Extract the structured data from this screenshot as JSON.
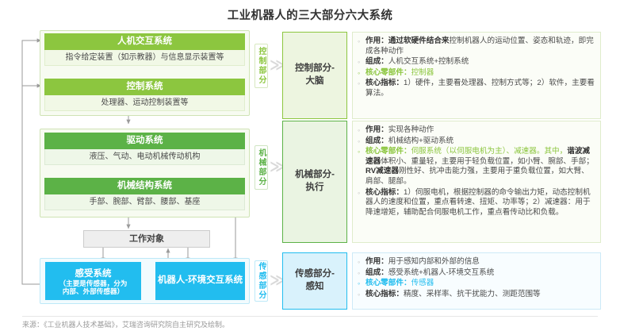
{
  "title": "工业机器人的三大部分六大系统",
  "colors": {
    "green_light": "#8CC63F",
    "green_dark": "#5CB247",
    "cyan": "#22BDEF",
    "gray_box": "#EEEEEE",
    "text": "#4A4A4A"
  },
  "flow": {
    "systems": [
      {
        "name": "人机交互系统",
        "detail": "指令给定装置（如示教器）与信息显示装置等"
      },
      {
        "name": "控制系统",
        "detail": "处理器、运动控制装置等"
      },
      {
        "name": "驱动系统",
        "detail": "液压、气动、电动机械传动机构"
      },
      {
        "name": "机械结构系统",
        "detail": "手部、腕部、臂部、腰部、基座"
      }
    ],
    "work_object": "工作对象",
    "sense_system": {
      "name": "感受系统",
      "detail_line1": "（主要是传感器，分为",
      "detail_line2": "内部、外部传感器）"
    },
    "interaction_system": "机器人-环境交互系统"
  },
  "part_labels": [
    {
      "text": "控制部分",
      "chevron": "≫"
    },
    {
      "text": "机械部分",
      "chevron": "≫"
    },
    {
      "text": "传感部分",
      "chevron": "≫"
    }
  ],
  "stages": [
    {
      "line1": "控制部分-",
      "line2": "大脑"
    },
    {
      "line1": "机械部分-",
      "line2": "执行"
    },
    {
      "line1": "传感部分-",
      "line2": "感知"
    }
  ],
  "panels": {
    "control": {
      "role_label": "作用：",
      "role_strong": "通过软硬件结合来",
      "role_rest": "控制机器人的运动位置、姿态和轨迹，即完成各种动作",
      "compose_label": "组成：",
      "compose_text": "人机交互系统+控制系统",
      "core_part_label": "核心零部件：",
      "core_part_text": "控制器",
      "core_index_label": "核心指标：",
      "core_index_text": "1）硬件，主要看处理器、控制方式等；2）软件，主要看算法。"
    },
    "mechanical": {
      "role_label": "作用：",
      "role_rest": "实现各种动作",
      "compose_label": "组成：",
      "compose_text": "机械结构+驱动系统",
      "core_part_label": "核心零部件：",
      "core_part_text_a": "伺服系统（以伺服电机为主）、减速器。其中，",
      "core_part_strong_b": "谐波减速器",
      "core_part_text_c": "体积小、重量轻，主要用于轻负载位置，如小臂、腕部、手部；",
      "core_part_strong_d": "RV减速器",
      "core_part_text_e": "刚性好、抗冲击能力强，主要用于重负载位置，如大臂、肩部、腿部。",
      "core_index_label": "核心指标：",
      "core_index_text": "1）伺服电机，根据控制器的命令输出力矩，动态控制机器人的速度和位置，重点看转速、扭矩、功率等；2）减速器：用于降速增矩，辅助配合伺服电机工作，重点看传动比和负载。"
    },
    "sensing": {
      "role_label": "作用：",
      "role_rest": "用于感知内部和外部的信息",
      "compose_label": "组成：",
      "compose_text": "感受系统+机器人-环境交互系统",
      "core_part_label": "核心零部件：",
      "core_part_text": "传感器",
      "core_index_label": "核心指标：",
      "core_index_text": "精度、采样率、抗干扰能力、测距范围等"
    }
  },
  "footer": "来源：《工业机器人技术基础》，艾瑞咨询研究院自主研究及绘制。"
}
